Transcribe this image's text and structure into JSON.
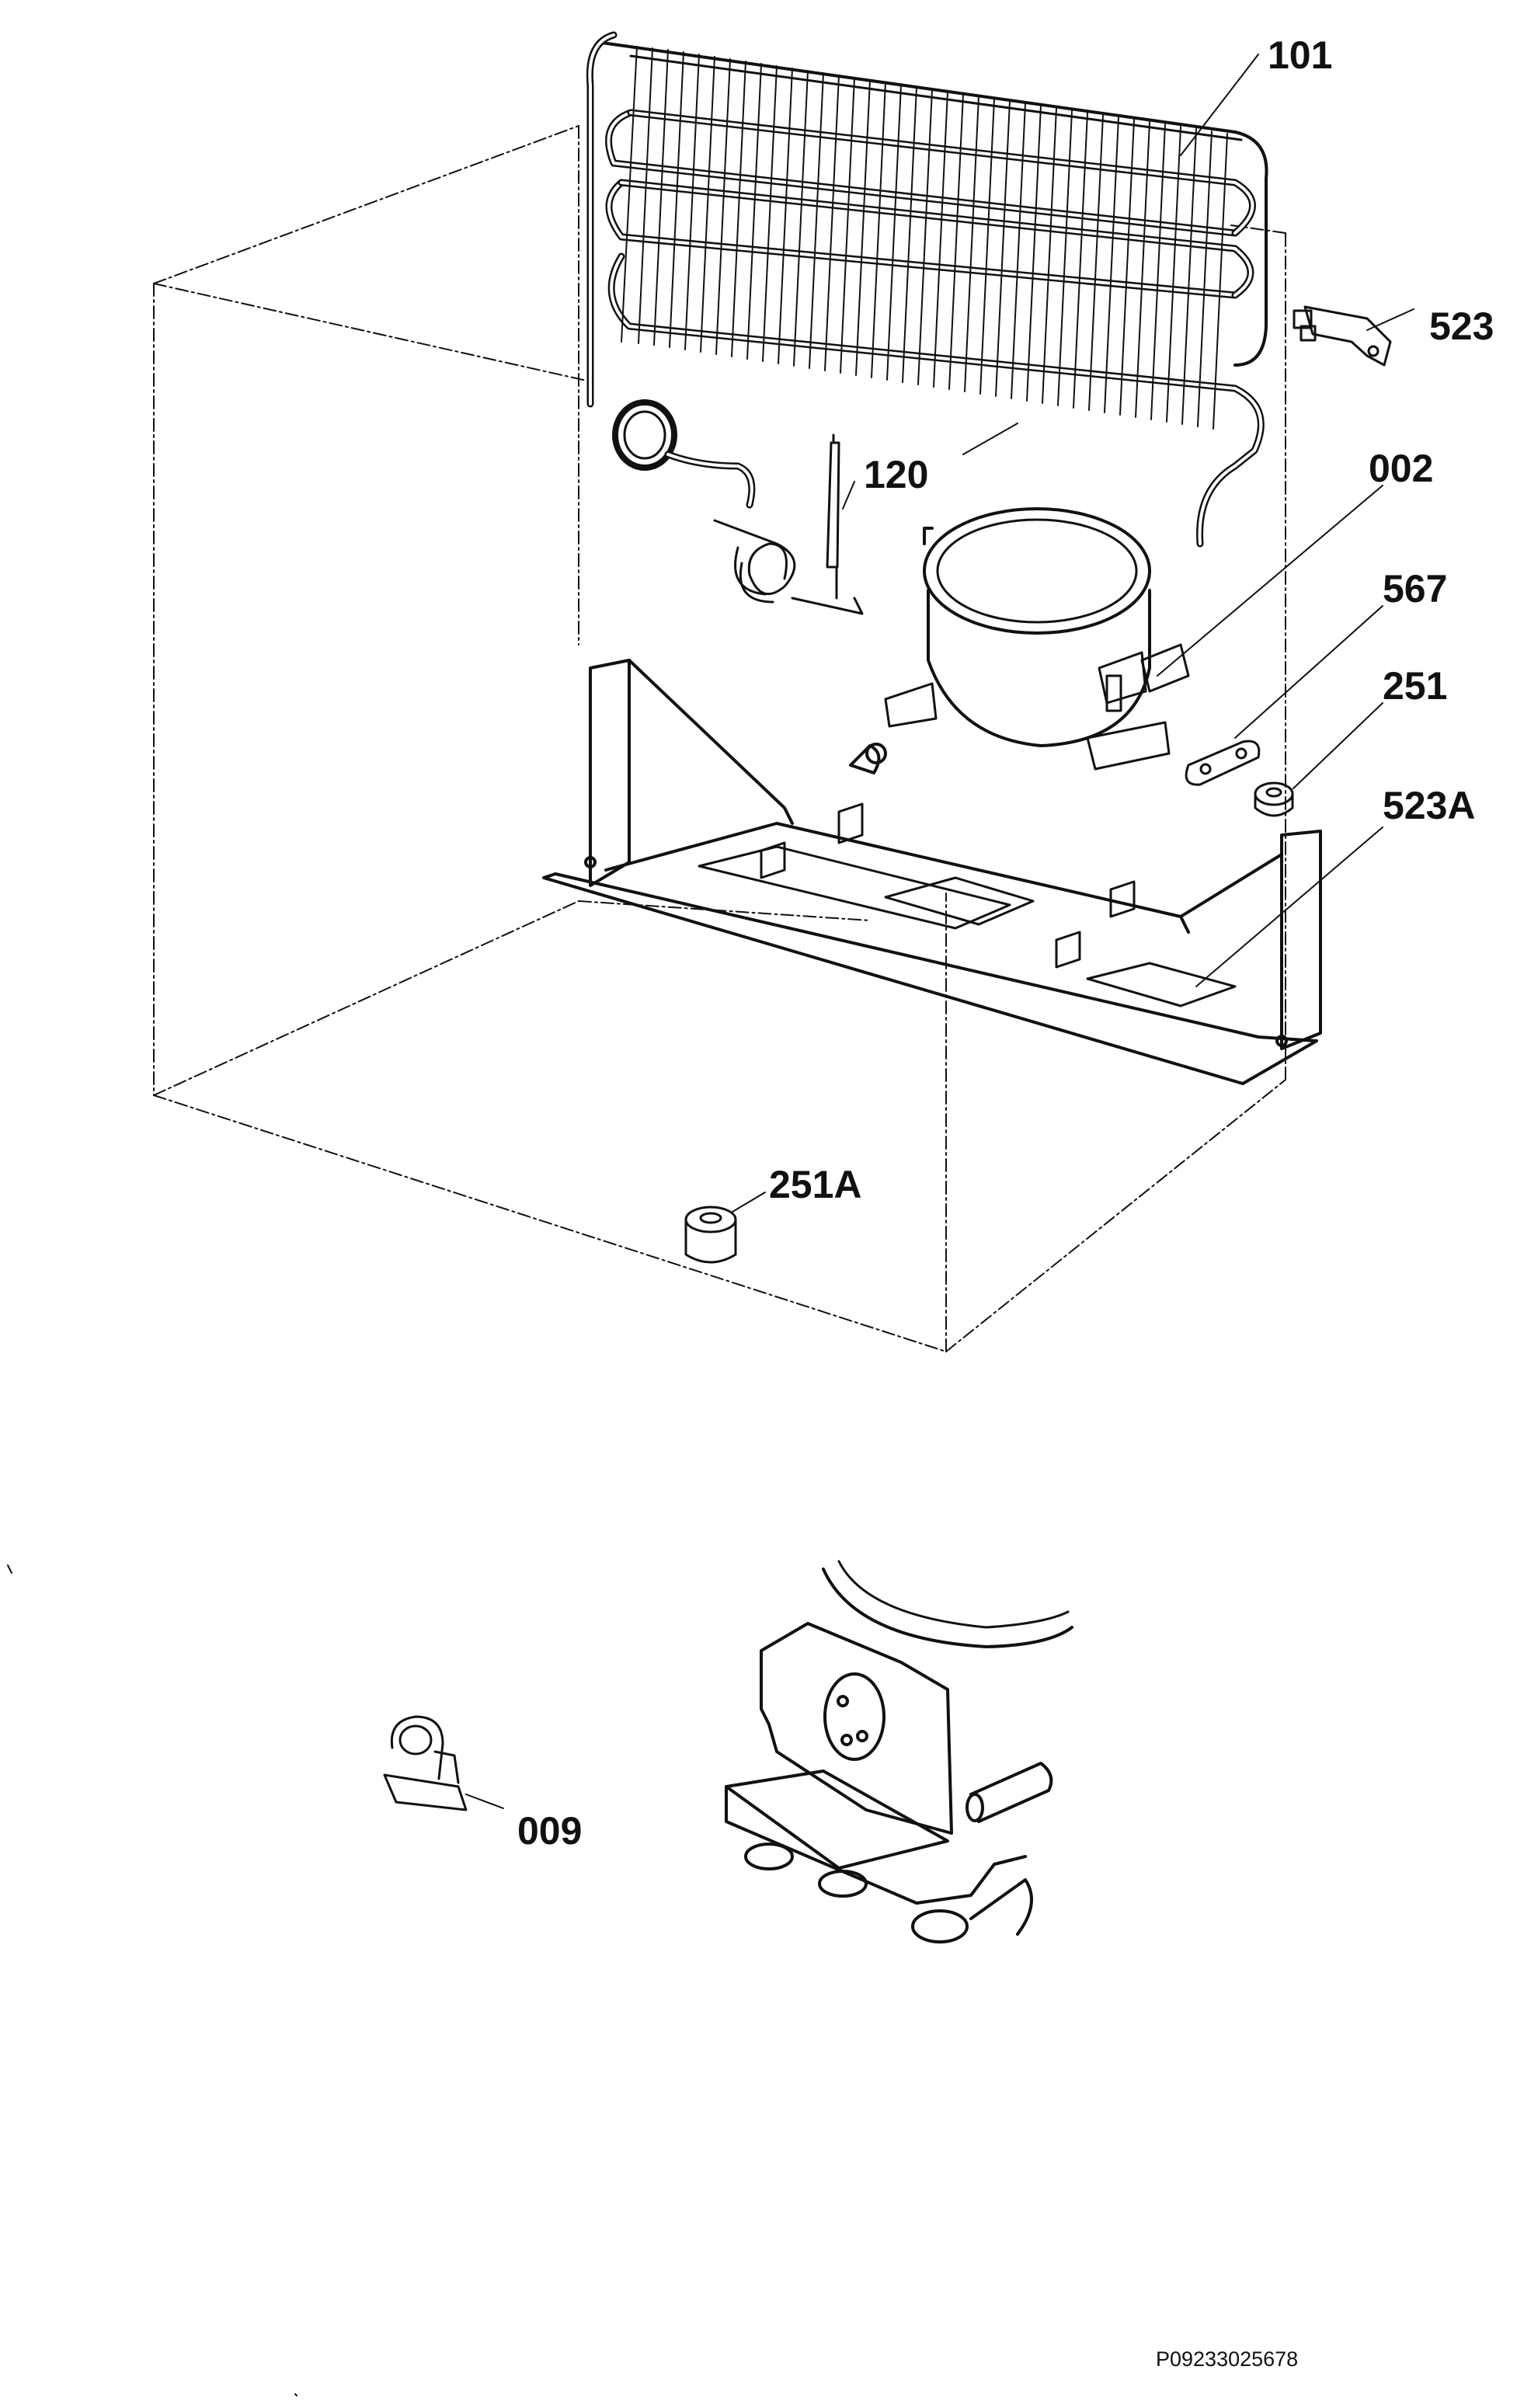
{
  "callouts": {
    "c101": "101",
    "c523": "523",
    "c120": "120",
    "c002": "002",
    "c567": "567",
    "c251": "251",
    "c523A": "523A",
    "c251A": "251A",
    "c009": "009"
  },
  "document_ref": "P09233025678",
  "colors": {
    "ink": "#111111",
    "paper": "#ffffff"
  }
}
